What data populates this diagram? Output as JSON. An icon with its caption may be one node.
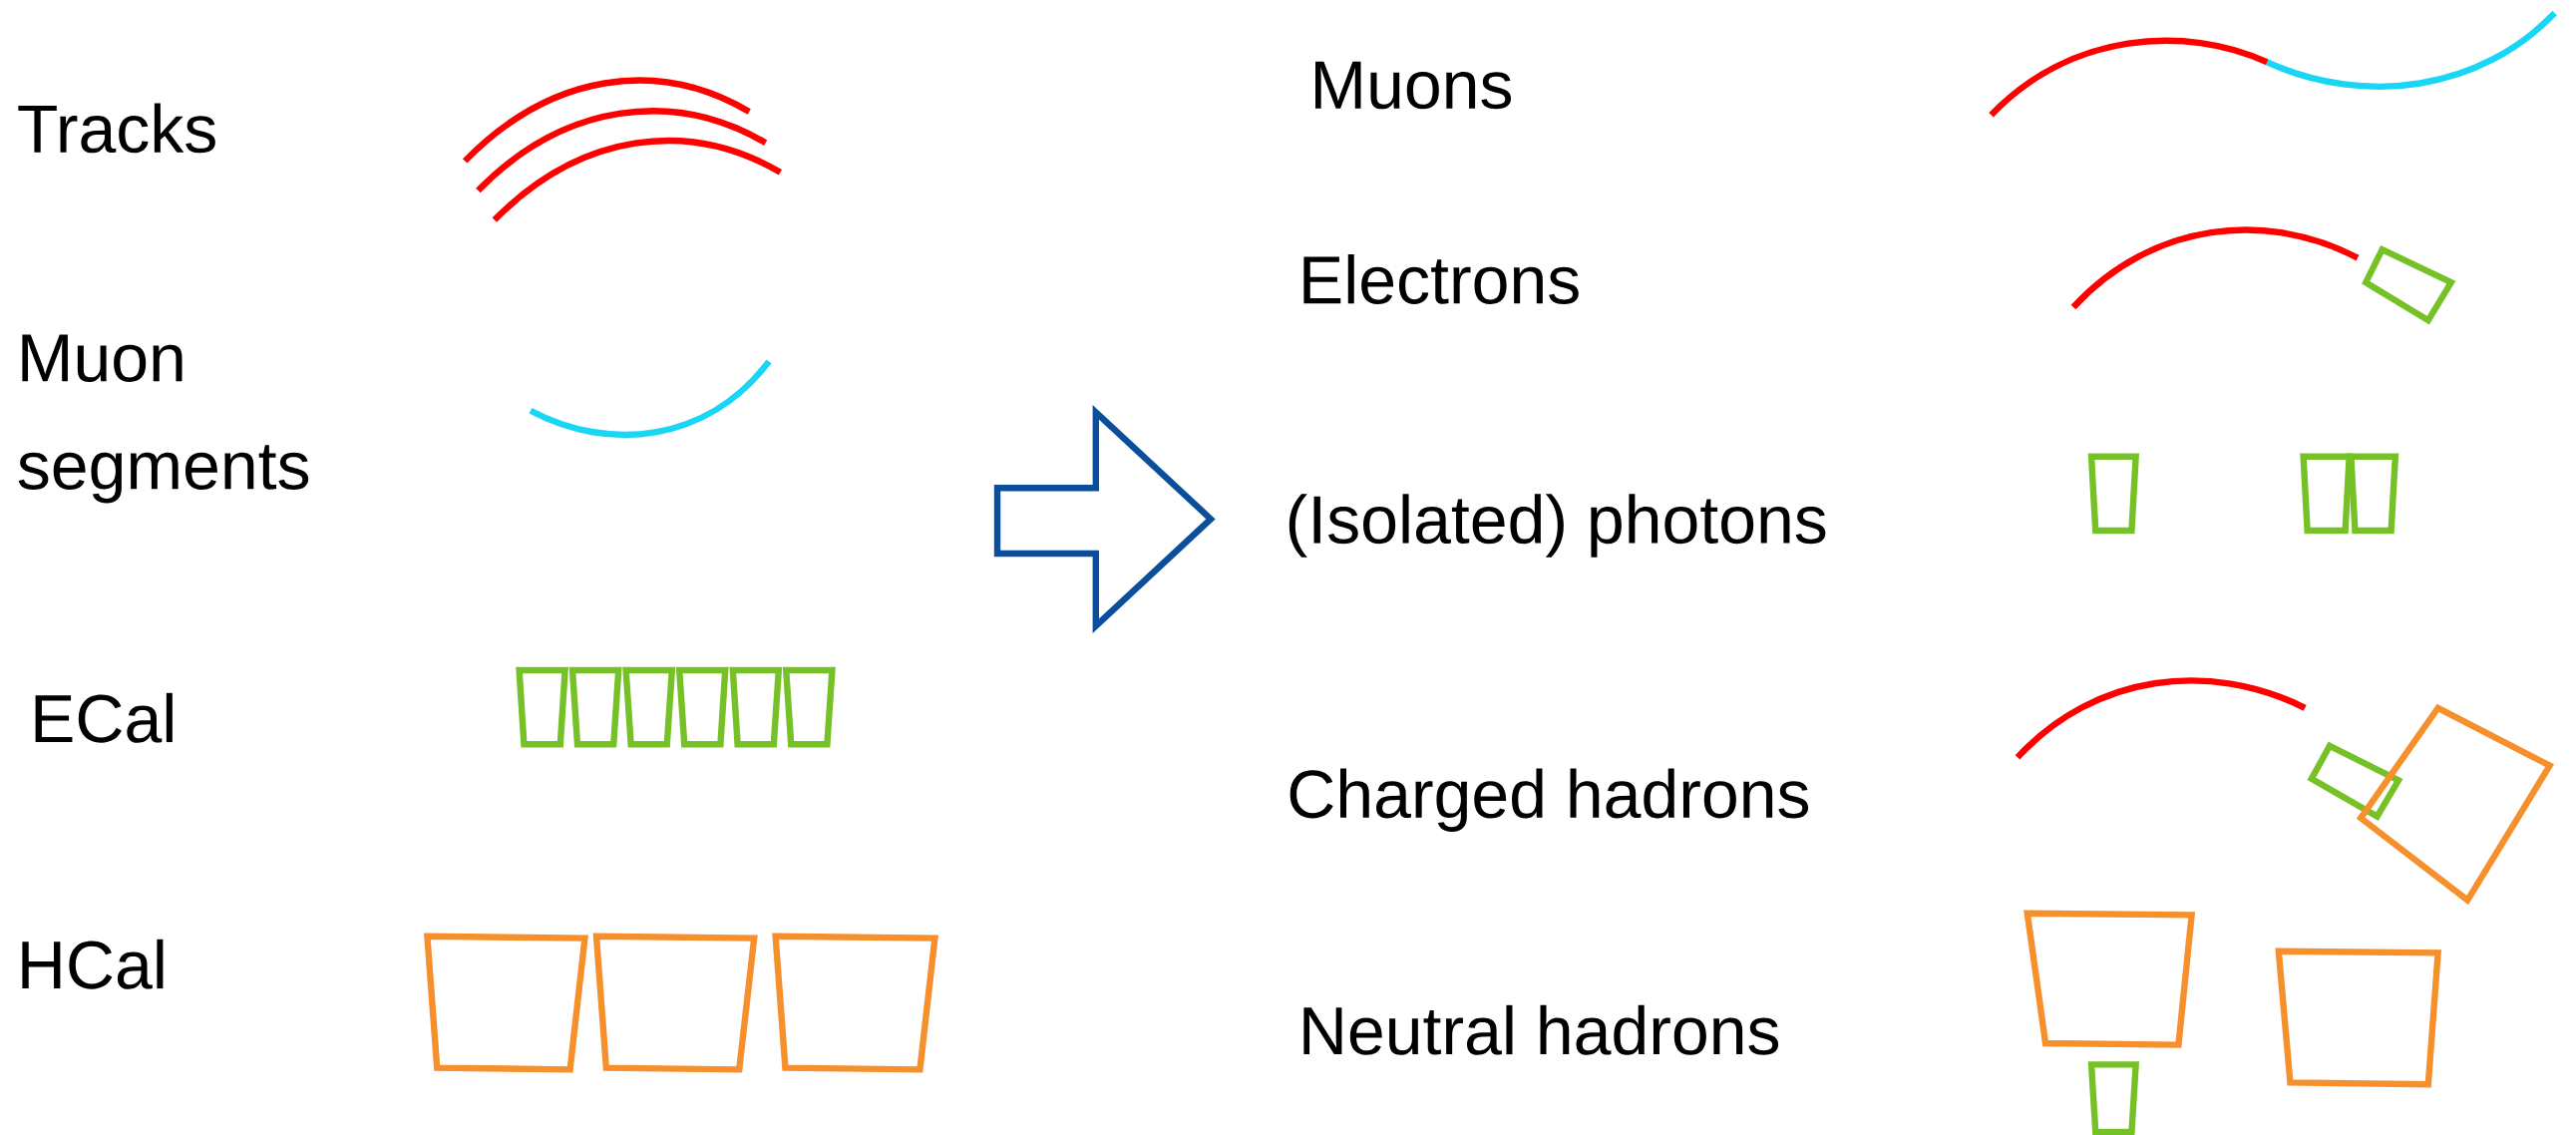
{
  "diagram": {
    "labels": [
      "Tracks",
      "Muon segments",
      "ECal",
      "HCal",
      "Muons",
      "Electrons",
      "(Isolated) photons",
      "Charged hadrons",
      "Neutral hadrons"
    ]
  }
}
